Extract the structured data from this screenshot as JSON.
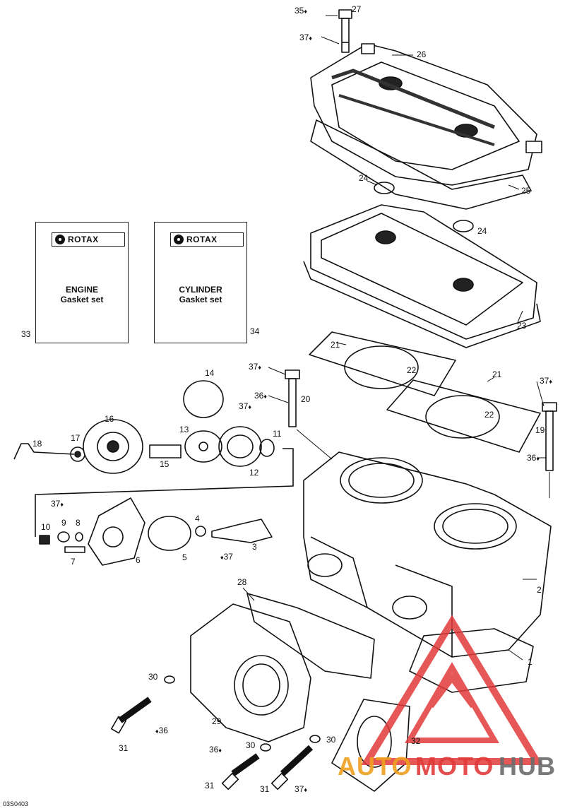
{
  "booklets": [
    {
      "brand": "ROTAX",
      "line1": "ENGINE",
      "line2": "Gasket set",
      "number": "33"
    },
    {
      "brand": "ROTAX",
      "line1": "CYLINDER",
      "line2": "Gasket set",
      "number": "34"
    }
  ],
  "callouts": {
    "c35": "35",
    "c27": "27",
    "c37a": "37",
    "c26": "26",
    "c24a": "24",
    "c25": "25",
    "c24b": "24",
    "c23": "23",
    "c21a": "21",
    "c22a": "22",
    "c21b": "21",
    "c22b": "22",
    "c37b": "37",
    "c20": "20",
    "c36a": "36",
    "c37c": "37",
    "c19": "19",
    "c36b": "36",
    "c14": "14",
    "c37d": "37",
    "c16": "16",
    "c17": "17",
    "c18": "18",
    "c13": "13",
    "c15": "15",
    "c11": "11",
    "c12": "12",
    "c37e": "37",
    "c9": "9",
    "c8": "8",
    "c10": "10",
    "c4": "4",
    "c7": "7",
    "c6": "6",
    "c5": "5",
    "c3": "3",
    "c37f": "37",
    "c2": "2",
    "c28": "28",
    "c1": "1",
    "c30a": "30",
    "c36c": "36",
    "c29": "29",
    "c31a": "31",
    "c36d": "36",
    "c30b": "30",
    "c30c": "30",
    "c32": "32",
    "c31b": "31",
    "c31c": "31",
    "c37g": "37"
  },
  "drawing_code": "03S0403",
  "watermark": {
    "part1": "AUTO",
    "part2": "MOTO",
    "part3": "HUB",
    "color_orange": "#f0a020",
    "color_red": "#e23b3b",
    "color_gray": "#6b6b6b"
  }
}
